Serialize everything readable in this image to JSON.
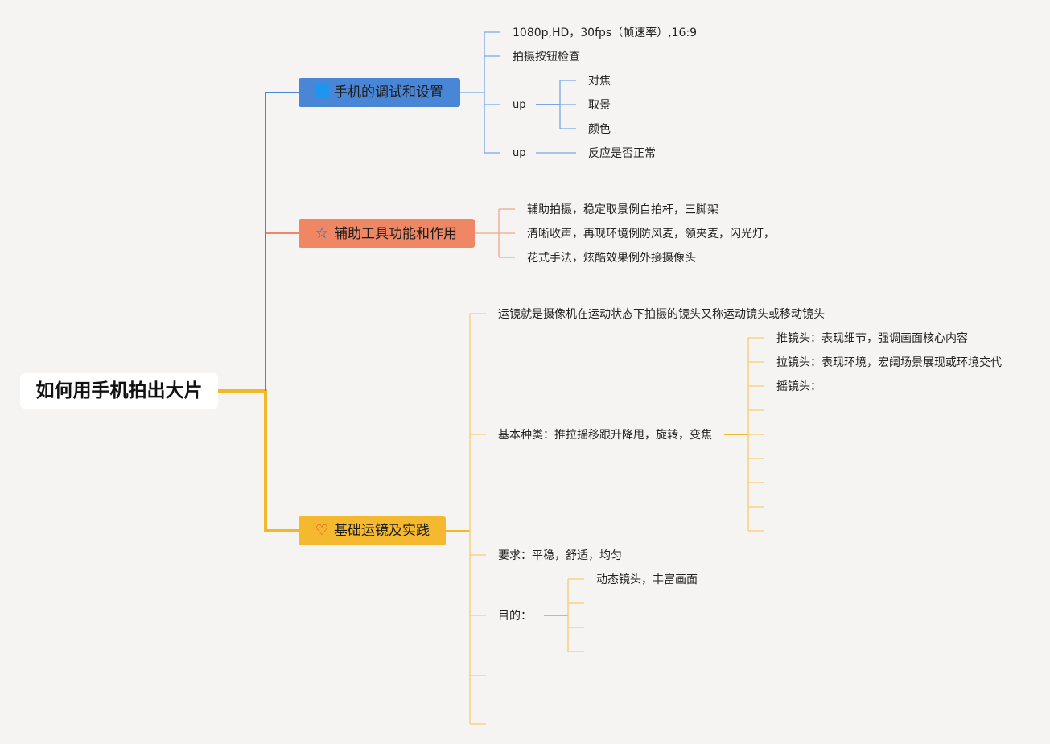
{
  "colors": {
    "background": "#f6f4f3",
    "blue": "#4a86d6",
    "orange": "#ef8764",
    "yellow": "#f4b92e",
    "blue_line": "#7aa7e3",
    "orange_line": "#f1a78c",
    "yellow_line": "#f6cd6c"
  },
  "root": {
    "label": "如何用手机拍出大片"
  },
  "branch1": {
    "label": "手机的调试和设置",
    "icon": "blue-square-icon",
    "items": [
      "1080p,HD，30fps（帧速率）,16:9",
      "拍摄按钮检查",
      "up",
      "up"
    ],
    "up1_children": [
      "对焦",
      "取景",
      "颜色"
    ],
    "up2_children": [
      "反应是否正常"
    ]
  },
  "branch2": {
    "label": "辅助工具功能和作用",
    "icon": "star-outline-icon",
    "items": [
      "辅助拍摄，稳定取景例自拍杆，三脚架",
      "清晰收声，再现环境例防风麦，领夹麦，闪光灯，",
      "花式手法，炫酷效果例外接摄像头"
    ]
  },
  "branch3": {
    "label": "基础运镜及实践",
    "icon": "heart-outline-icon",
    "items": [
      "运镜就是摄像机在运动状态下拍摄的镜头又称运动镜头或移动镜头",
      "基本种类：推拉摇移跟升降甩，旋转，变焦",
      "要求：平稳，舒适，均匀",
      "目的："
    ],
    "types_children": [
      "推镜头：表现细节，强调画面核心内容",
      "拉镜头：表现环境，宏阔场景展现或环境交代",
      "摇镜头："
    ],
    "purpose_children": [
      "动态镜头，丰富画面"
    ]
  }
}
